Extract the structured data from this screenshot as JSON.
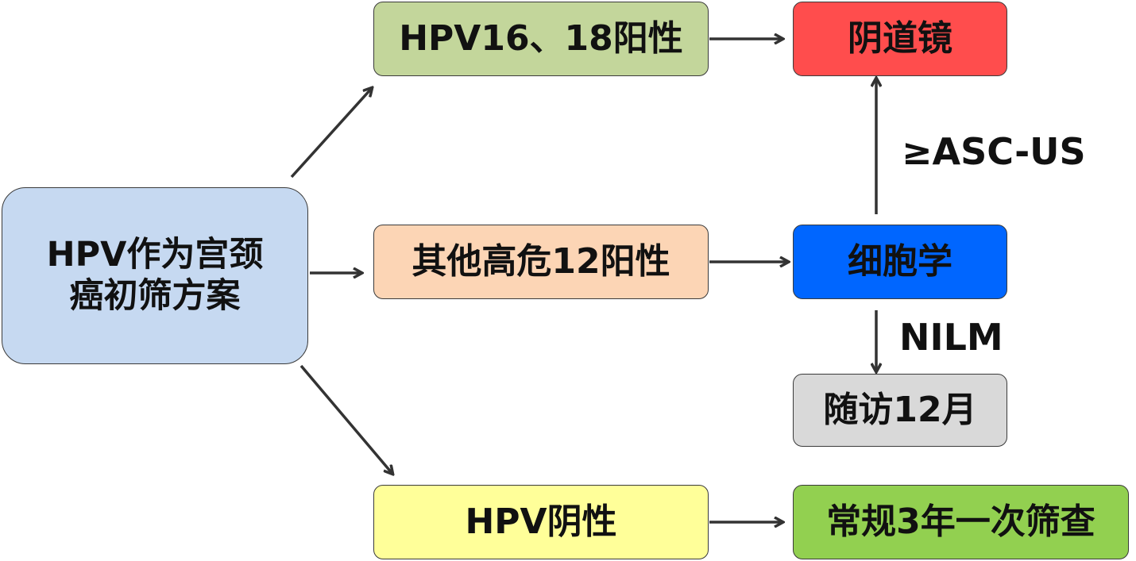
{
  "nodes": {
    "root": {
      "line1": "HPV作为宫颈",
      "line2": "癌初筛方案",
      "color": "#c6d9f1"
    },
    "hpv1618": {
      "label": "HPV16、18阳性",
      "color": "#c3d69b"
    },
    "other12": {
      "label": "其他高危12阳性",
      "color": "#fcd5b5"
    },
    "negative": {
      "label": "HPV阴性",
      "color": "#ffff99"
    },
    "colposcopy": {
      "label": "阴道镜",
      "color": "#ff4d4d"
    },
    "cytology": {
      "label": "细胞学",
      "color": "#0066ff"
    },
    "followup": {
      "label": "随访12月",
      "color": "#d9d9d9"
    },
    "routine": {
      "label": "常规3年一次筛查",
      "color": "#92d050"
    }
  },
  "edge_labels": {
    "asc_us": "≥ASC-US",
    "nilm": "NILM"
  },
  "colors": {
    "arrow": "#333333",
    "border": "#3a3a3a"
  }
}
